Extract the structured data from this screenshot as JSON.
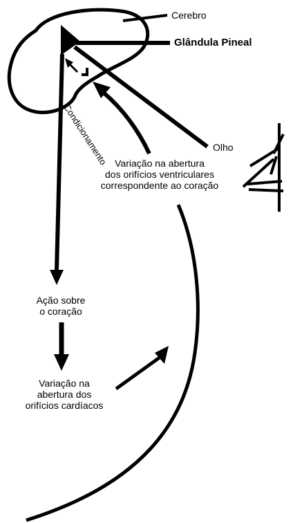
{
  "labels": {
    "cerebro": "Cerebro",
    "glandula": "Glândula Pineal",
    "olho": "Olho",
    "condicionamento": "Condicionamento",
    "variacao_ventricular_1": "Variação na abertura",
    "variacao_ventricular_2": "dos orifícios ventriculares",
    "variacao_ventricular_3": "correspondente ao coração",
    "acao_1": "Ação sobre",
    "acao_2": "o coração",
    "variacao_cardiaca_1": "Variação na",
    "variacao_cardiaca_2": "abertura dos",
    "variacao_cardiaca_3": "orifícios cardíacos"
  },
  "colors": {
    "ink": "#000000",
    "background": "#ffffff"
  }
}
